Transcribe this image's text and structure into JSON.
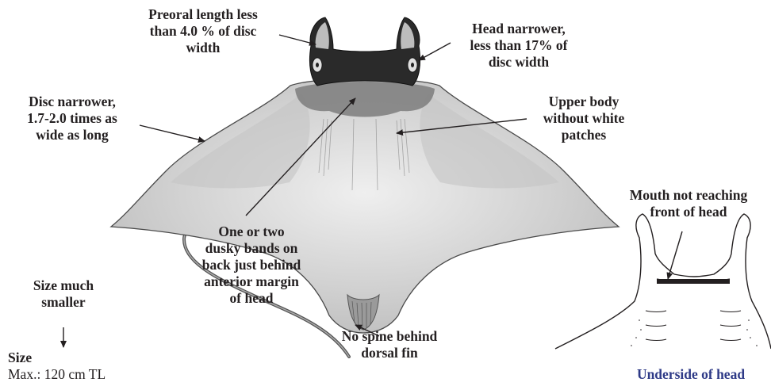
{
  "labels": {
    "preoral": [
      "Preoral length less",
      "than 4.0 % of disc",
      "width"
    ],
    "head": [
      "Head narrower,",
      "less than 17% of",
      "disc width"
    ],
    "disc": [
      "Disc narrower,",
      "1.7-2.0 times as",
      "wide as long"
    ],
    "upper": [
      "Upper body",
      "without white",
      "patches"
    ],
    "bands": [
      "One or two",
      "dusky bands on",
      "back just behind",
      "anterior margin",
      "of head"
    ],
    "spine": [
      "No spine behind",
      "dorsal fin"
    ],
    "mouth": [
      "Mouth not reaching",
      "front of head"
    ],
    "size_note": [
      "Size much",
      "smaller"
    ],
    "size_title": "Size",
    "size_value": "Max.: 120 cm TL",
    "underside_caption": "Underside of head"
  },
  "colors": {
    "text": "#231f20",
    "caption": "#2e3a87",
    "body_light": "#e2e2e2",
    "body_shade": "#b8b8b8",
    "band": "#7d7d7d",
    "head": "#2a2a2a"
  }
}
